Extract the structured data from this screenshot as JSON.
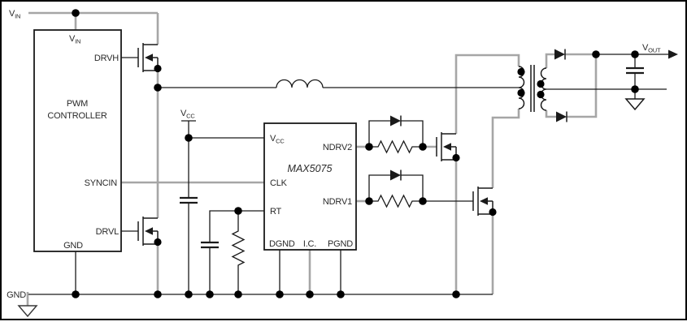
{
  "figure": {
    "type": "circuit-schematic",
    "description": "Buck preregulator PWM controller driving a MAX5075 push-pull transformer driver stage"
  },
  "colors": {
    "background": "#ffffff",
    "ink": "#1a1a1a",
    "wire_gray": "#a6a6a6",
    "junction_dot": "#000000"
  },
  "labels": {
    "vin_rail": {
      "base": "V",
      "sub": "IN"
    },
    "gnd_rail": "GND",
    "vout": {
      "base": "V",
      "sub": "OUT"
    },
    "vcc_supply": {
      "base": "V",
      "sub": "CC"
    },
    "pwm_controller": {
      "vin_pin": {
        "base": "V",
        "sub": "IN"
      },
      "title_line1": "PWM",
      "title_line2": "CONTROLLER",
      "pin_drvh": "DRVH",
      "pin_syncin": "SYNCIN",
      "pin_drvl": "DRVL",
      "pin_gnd": "GND"
    },
    "max5075": {
      "part_name": "MAX5075",
      "pin_vcc": {
        "base": "V",
        "sub": "CC"
      },
      "pin_clk": "CLK",
      "pin_rt": "RT",
      "pin_dgnd": "DGND",
      "pin_ic": "I.C.",
      "pin_pgnd": "PGND",
      "pin_ndrv2": "NDRV2",
      "pin_ndrv1": "NDRV1"
    }
  }
}
